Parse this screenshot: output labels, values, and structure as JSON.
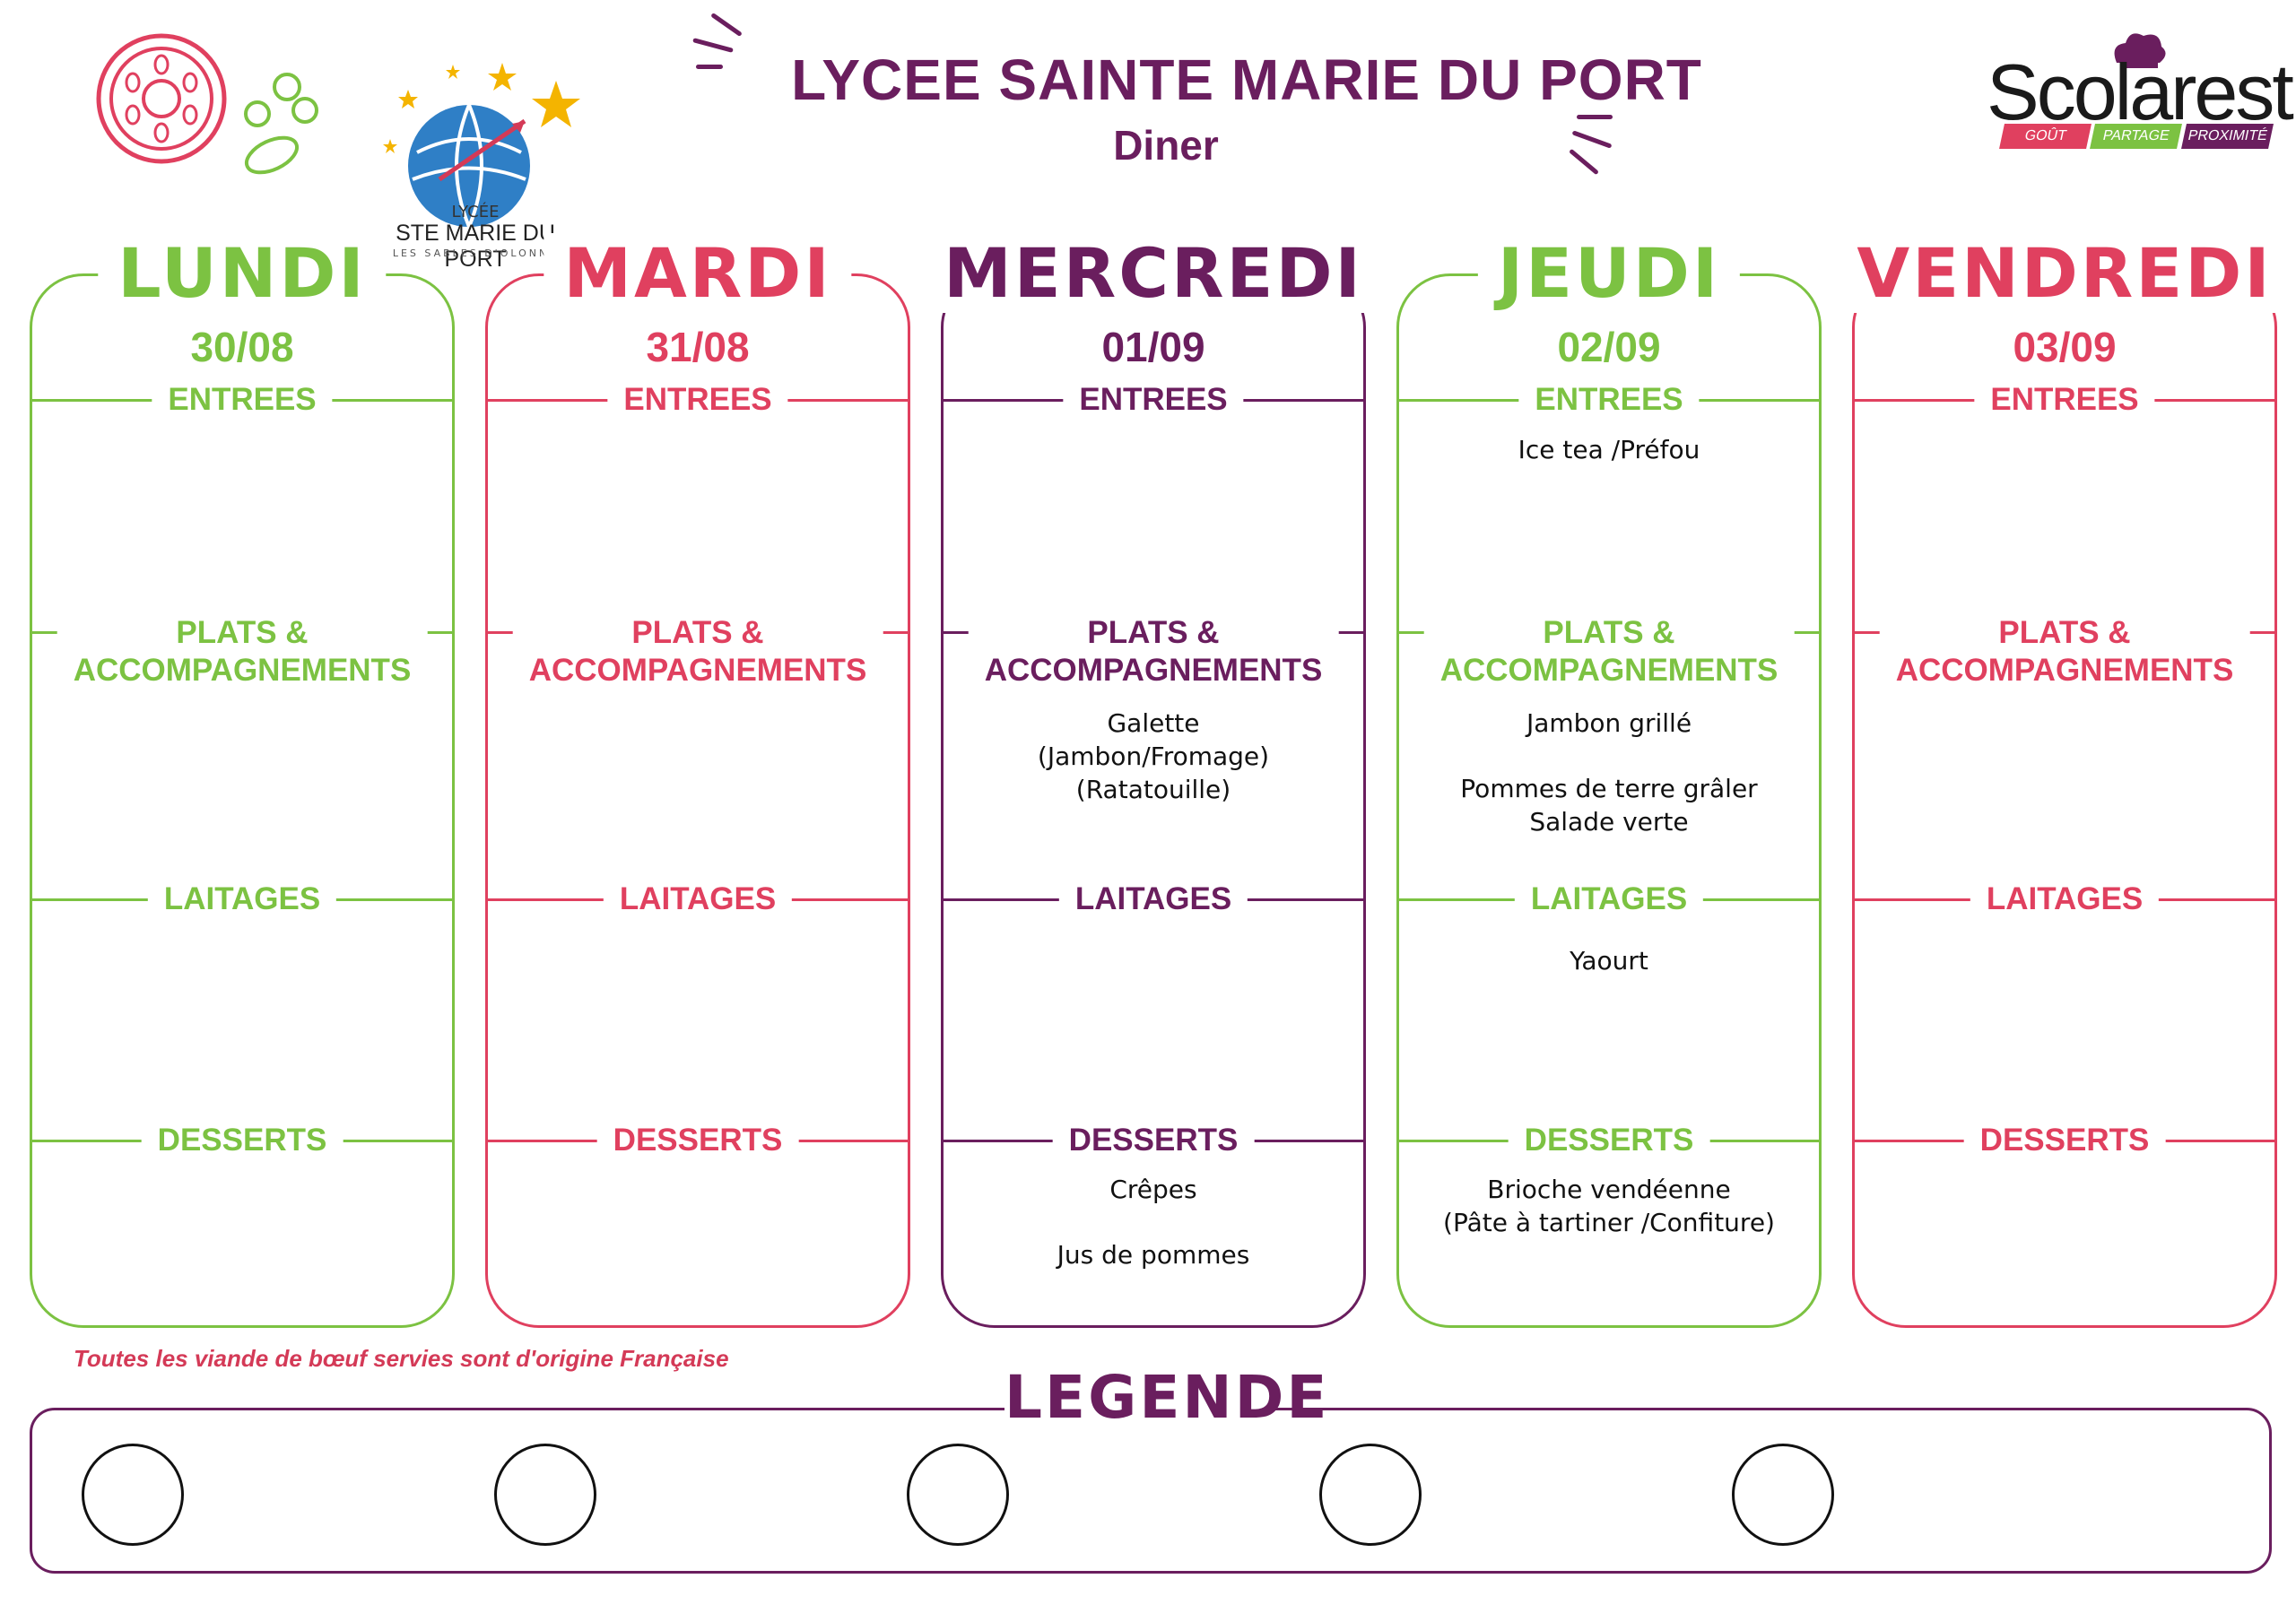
{
  "header": {
    "title": "LYCEE SAINTE MARIE DU PORT",
    "subtitle": "Diner"
  },
  "school_logo": {
    "icon": "globe-stars-logo",
    "line1": "LYCÉE",
    "line2": "STE MARIE DU PORT",
    "line3": "LES SABLES D'OLONNE"
  },
  "brand": {
    "name": "Scolarest",
    "tags": [
      "GOÛT",
      "PARTAGE",
      "PROXIMITÉ"
    ]
  },
  "colors": {
    "green": "#7cc242",
    "red": "#e0405f",
    "purple": "#6a1e5e",
    "text": "#111111"
  },
  "days": [
    {
      "name": "LUNDI",
      "date": "30/08",
      "color": "#7cc242",
      "sections": {
        "entrees": {
          "label": "ENTREES",
          "items": []
        },
        "plats": {
          "label1": "PLATS &",
          "label2": "ACCOMPAGNEMENTS",
          "items": []
        },
        "laitages": {
          "label": "LAITAGES",
          "items": []
        },
        "desserts": {
          "label": "DESSERTS",
          "items": []
        }
      }
    },
    {
      "name": "MARDI",
      "date": "31/08",
      "color": "#e0405f",
      "sections": {
        "entrees": {
          "label": "ENTREES",
          "items": []
        },
        "plats": {
          "label1": "PLATS &",
          "label2": "ACCOMPAGNEMENTS",
          "items": []
        },
        "laitages": {
          "label": "LAITAGES",
          "items": []
        },
        "desserts": {
          "label": "DESSERTS",
          "items": []
        }
      }
    },
    {
      "name": "MERCREDI",
      "date": "01/09",
      "color": "#6a1e5e",
      "sections": {
        "entrees": {
          "label": "ENTREES",
          "items": []
        },
        "plats": {
          "label1": "PLATS &",
          "label2": "ACCOMPAGNEMENTS",
          "items": [
            "Galette",
            "(Jambon/Fromage)",
            "(Ratatouille)"
          ]
        },
        "laitages": {
          "label": "LAITAGES",
          "items": []
        },
        "desserts": {
          "label": "DESSERTS",
          "items": [
            "Crêpes",
            "",
            "Jus de pommes"
          ]
        }
      }
    },
    {
      "name": "JEUDI",
      "date": "02/09",
      "color": "#7cc242",
      "sections": {
        "entrees": {
          "label": "ENTREES",
          "items": [
            "Ice tea /Préfou"
          ]
        },
        "plats": {
          "label1": "PLATS &",
          "label2": "ACCOMPAGNEMENTS",
          "items": [
            "Jambon grillé",
            "",
            "Pommes de terre grâler",
            "Salade verte"
          ]
        },
        "laitages": {
          "label": "LAITAGES",
          "items": [
            "Yaourt"
          ]
        },
        "desserts": {
          "label": "DESSERTS",
          "items": [
            "Brioche vendéenne",
            "(Pâte à tartiner /Confiture)"
          ]
        }
      }
    },
    {
      "name": "VENDREDI",
      "date": "03/09",
      "color": "#e0405f",
      "sections": {
        "entrees": {
          "label": "ENTREES",
          "items": []
        },
        "plats": {
          "label1": "PLATS &",
          "label2": "ACCOMPAGNEMENTS",
          "items": []
        },
        "laitages": {
          "label": "LAITAGES",
          "items": []
        },
        "desserts": {
          "label": "DESSERTS",
          "items": []
        }
      }
    }
  ],
  "footnote": "Toutes les viande de bœuf servies sont d'origine Française",
  "legend": {
    "title": "LEGENDE",
    "slots": 5
  }
}
